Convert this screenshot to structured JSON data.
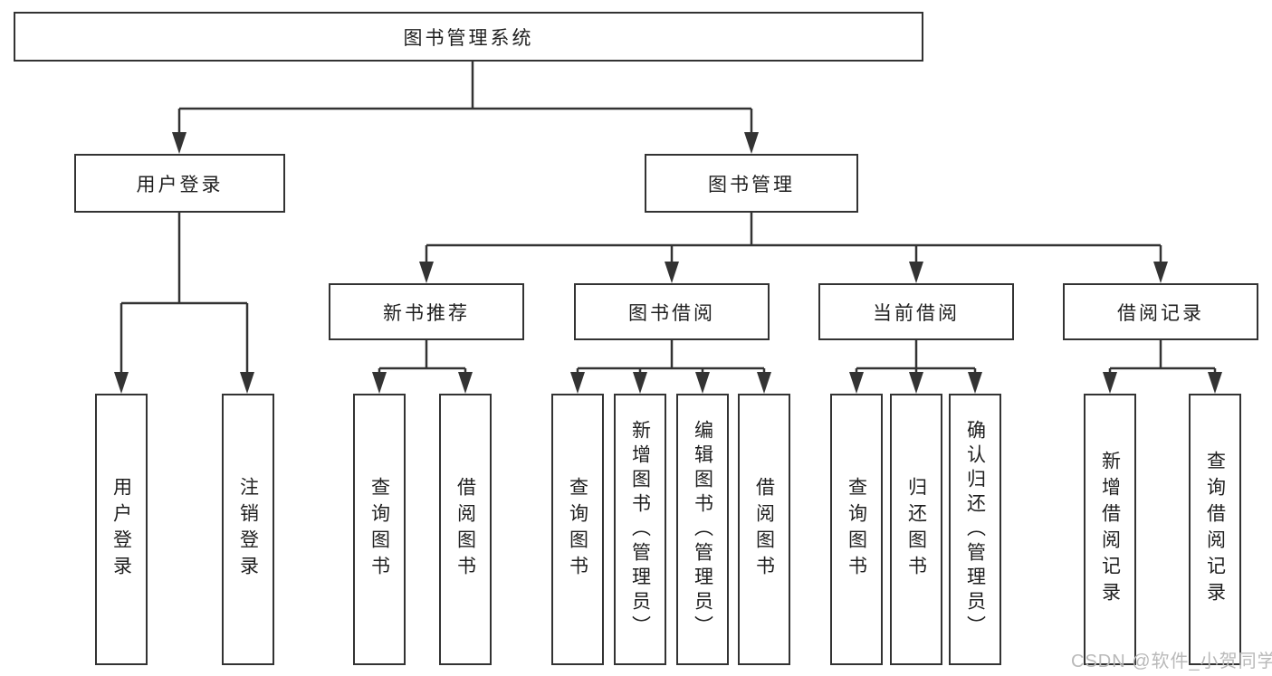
{
  "diagram": {
    "nodes": {
      "root": "图书管理系统",
      "user_login": "用户登录",
      "book_mgmt": "图书管理",
      "new_book_rec": "新书推荐",
      "book_borrow": "图书借阅",
      "current_borrow": "当前借阅",
      "borrow_records": "借阅记录",
      "login": "用户登录",
      "logout": "注销登录",
      "rec_query_book": "查询图书",
      "rec_borrow_book": "借阅图书",
      "bb_query_book": "查询图书",
      "bb_add_book_admin": "新增图书（管理员）",
      "bb_edit_book_admin": "编辑图书（管理员）",
      "bb_borrow_book": "借阅图书",
      "cb_query_book": "查询图书",
      "cb_return_book": "归还图书",
      "cb_confirm_return_admin": "确认归还（管理员）",
      "br_add_record": "新增借阅记录",
      "br_query_record": "查询借阅记录"
    }
  },
  "watermark": "CSDN @软件_小贺同学",
  "colors": {
    "line": "#333333",
    "text": "#1f1f1f",
    "watermark": "#b9b9b9",
    "background": "#ffffff"
  }
}
